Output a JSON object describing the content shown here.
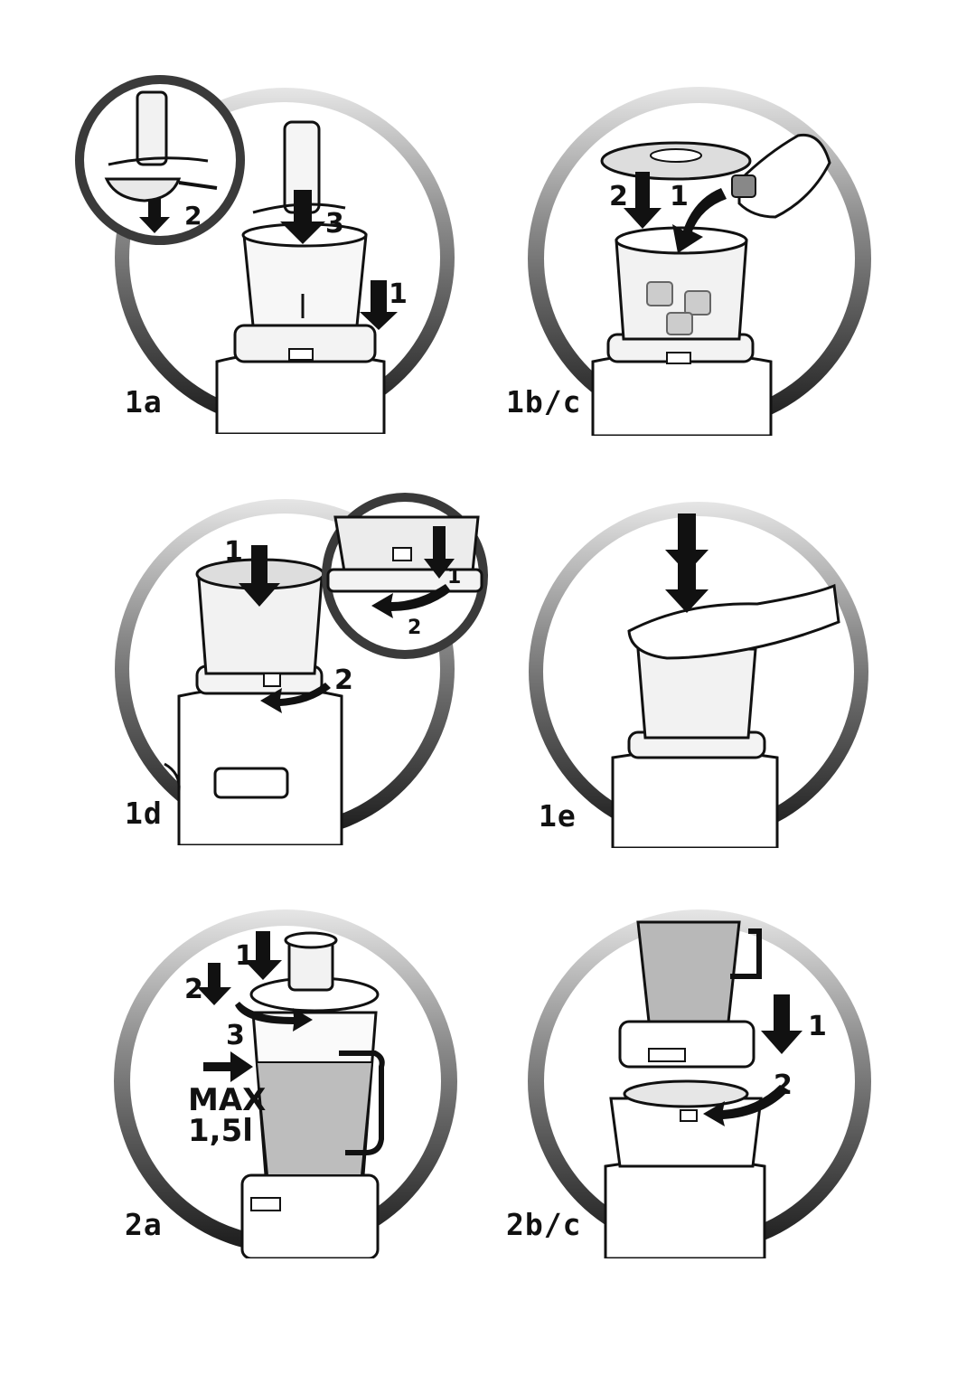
{
  "panels": {
    "p1a": {
      "label": "1a",
      "steps": [
        "1",
        "2",
        "3"
      ]
    },
    "p1bc": {
      "label": "1b/c",
      "steps": [
        "1",
        "2"
      ]
    },
    "p1d": {
      "label": "1d",
      "steps": [
        "1",
        "2"
      ],
      "inset_steps": [
        "1",
        "2"
      ]
    },
    "p1e": {
      "label": "1e"
    },
    "p2a": {
      "label": "2a",
      "steps": [
        "1",
        "2",
        "3"
      ],
      "max_line1": "MAX",
      "max_line2": "1,5l"
    },
    "p2bc": {
      "label": "2b/c",
      "steps": [
        "1",
        "2"
      ]
    }
  },
  "colors": {
    "ring_dark": "#2a2a2a",
    "ring_light": "#d8d8d8",
    "ink": "#111111",
    "jug_fill": "#bdbdbd"
  }
}
